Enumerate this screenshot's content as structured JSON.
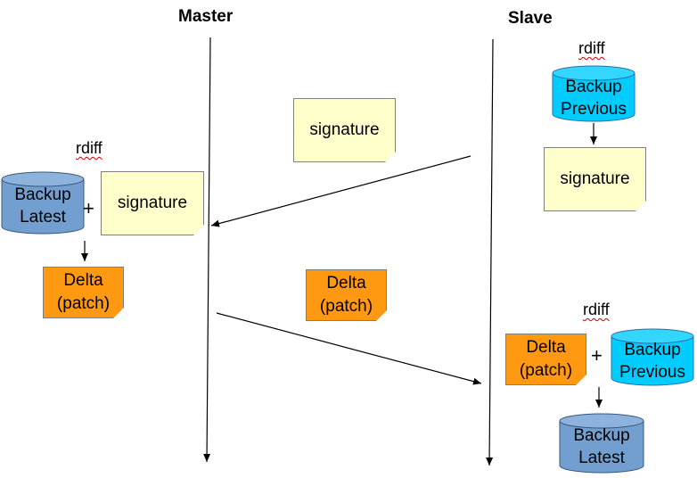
{
  "headings": {
    "master": "Master",
    "slave": "Slave"
  },
  "slave_top": {
    "tool": "rdiff",
    "db_line1": "Backup",
    "db_line2": "Previous",
    "signature": "signature"
  },
  "message_signature": "signature",
  "master_side": {
    "tool": "rdiff",
    "db_line1": "Backup",
    "db_line2": "Latest",
    "plus": "+",
    "signature": "signature",
    "delta_line1": "Delta",
    "delta_line2": "(patch)"
  },
  "message_delta": {
    "line1": "Delta",
    "line2": "(patch)"
  },
  "slave_bottom": {
    "tool": "rdiff",
    "delta_line1": "Delta",
    "delta_line2": "(patch)",
    "plus": "+",
    "db_line1": "Backup",
    "db_line2": "Previous",
    "result_line1": "Backup",
    "result_line2": "Latest"
  },
  "colors": {
    "cyan_db": "#00ccff",
    "blue_db": "#729fcf",
    "note_yellow": "#ffffcc",
    "note_orange": "#ff9912"
  }
}
